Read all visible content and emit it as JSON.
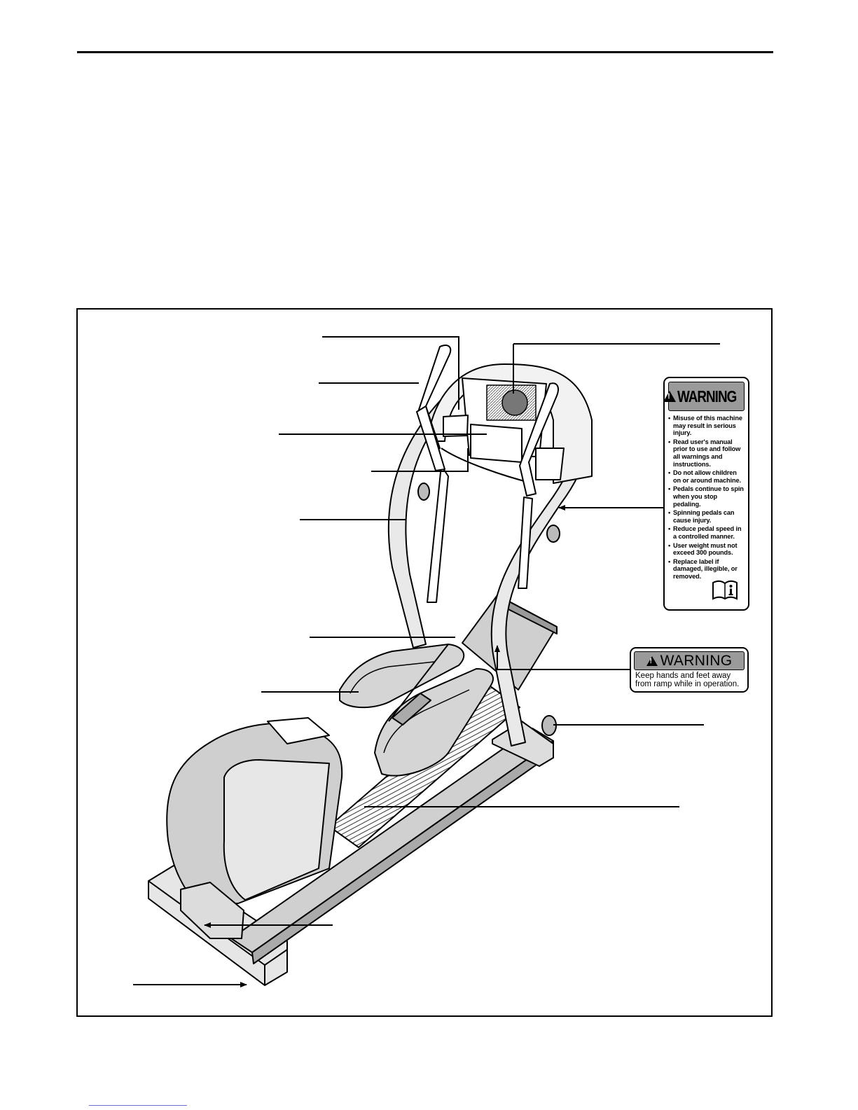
{
  "warning_labels": {
    "main": {
      "title": "WARNING",
      "items": [
        "Misuse of this machine may result in serious injury.",
        "Read user's manual prior to use and follow all warnings and instructions.",
        "Do not allow children on or around machine.",
        "Pedals continue to spin when you stop pedaling.",
        "Spinning pedals can cause injury.",
        "Reduce pedal speed in a controlled manner.",
        "User weight must not exceed 300 pounds.",
        "Replace label if damaged, illegible, or removed."
      ],
      "icon": "manual-info-icon"
    },
    "ramp": {
      "title": "WARNING",
      "line1": "Keep hands and feet away",
      "line2": "from ramp while in operation."
    }
  },
  "colors": {
    "label_header": "#9a9a9a",
    "ink": "#000000",
    "machine_shade": "#bdbdbd"
  }
}
